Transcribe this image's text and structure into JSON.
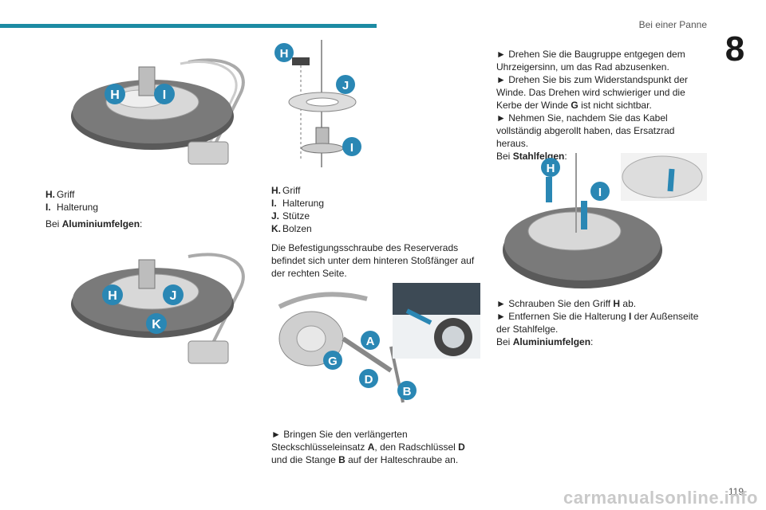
{
  "header": {
    "section": "Bei einer Panne",
    "chapter": "8"
  },
  "page_number": "119",
  "watermark": "carmanualsonline.info",
  "col1": {
    "legend": [
      {
        "key": "H.",
        "text": "Griff"
      },
      {
        "key": "I.",
        "text": "Halterung"
      }
    ],
    "caption_prefix": "Bei ",
    "caption_bold": "Aluminiumfelgen",
    "caption_suffix": ":"
  },
  "col2": {
    "legend": [
      {
        "key": "H.",
        "text": "Griff"
      },
      {
        "key": "I.",
        "text": "Halterung"
      },
      {
        "key": "J.",
        "text": "Stütze"
      },
      {
        "key": "K.",
        "text": "Bolzen"
      }
    ],
    "para": "Die Befestigungsschraube des Reserverads befindet sich unter dem hinteren Stoßfänger auf der rechten Seite.",
    "step": {
      "t1": "► Bringen Sie den verlängerten Steckschlüsseleinsatz ",
      "a": "A",
      "t2": ", den Radschlüssel ",
      "d": "D",
      "t3": " und die Stange ",
      "b": "B",
      "t4": " auf der Halteschraube an."
    }
  },
  "col3": {
    "step1": "► Drehen Sie die Baugruppe entgegen dem Uhrzeigersinn, um das Rad abzusenken.",
    "step2_t1": "► Drehen Sie bis zum Widerstandspunkt der Winde. Das Drehen wird schwieriger und die Kerbe der Winde ",
    "step2_g": "G",
    "step2_t2": " ist nicht sichtbar.",
    "step3": "► Nehmen Sie, nachdem Sie das Kabel vollständig abgerollt haben, das Ersatzrad heraus.",
    "cap1_prefix": "Bei ",
    "cap1_bold": "Stahlfelgen",
    "cap1_suffix": ":",
    "step4_t1": "► Schrauben Sie den Griff ",
    "step4_h": "H",
    "step4_t2": " ab.",
    "step5_t1": "► Entfernen Sie die Halterung ",
    "step5_i": "I",
    "step5_t2": " der Außenseite der Stahlfelge.",
    "cap2_prefix": "Bei ",
    "cap2_bold": "Aluminiumfelgen",
    "cap2_suffix": ":"
  },
  "labels": {
    "H": "H",
    "I": "I",
    "J": "J",
    "K": "K",
    "A": "A",
    "B": "B",
    "D": "D",
    "G": "G"
  },
  "colors": {
    "accent": "#1c8ba3",
    "badge": "#2a87b4",
    "tire": "#555555"
  }
}
